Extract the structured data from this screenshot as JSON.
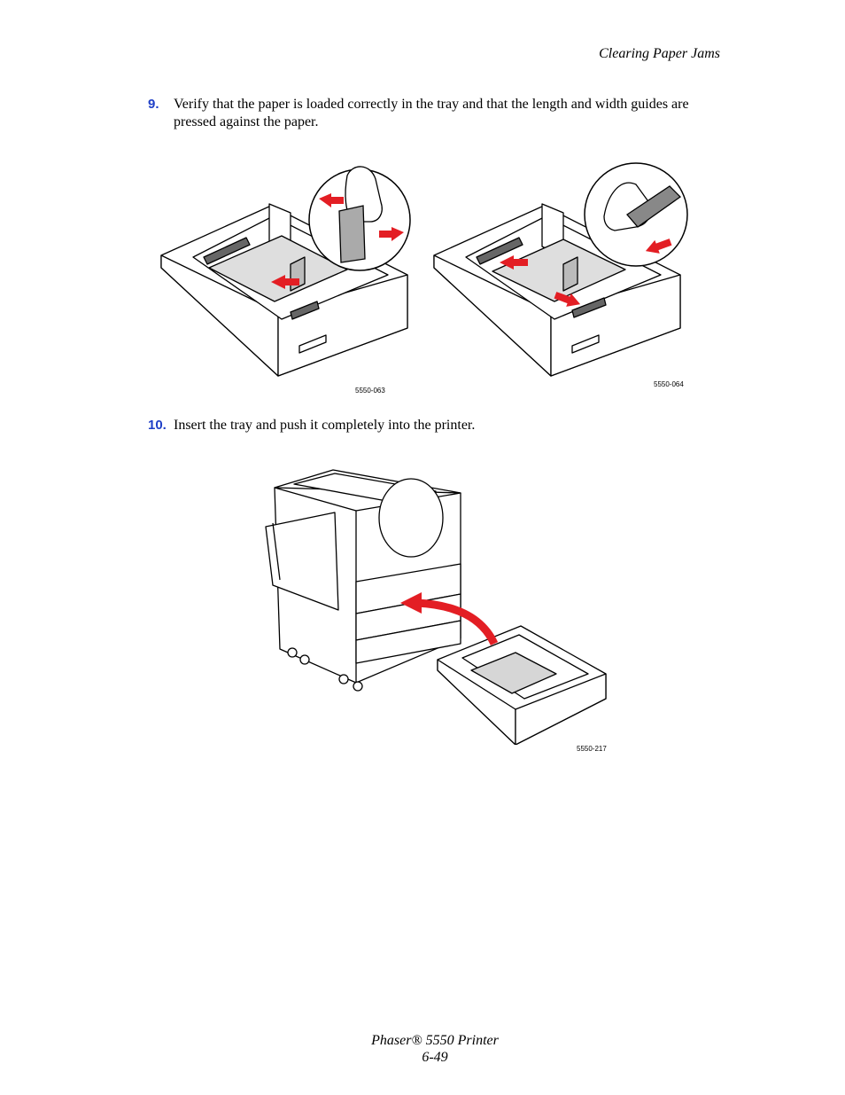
{
  "header": {
    "section": "Clearing Paper Jams"
  },
  "steps": [
    {
      "number": "9.",
      "text": "Verify that the paper is loaded correctly in the tray and that the length and width guides are pressed against the paper."
    },
    {
      "number": "10.",
      "text": "Insert the tray and push it completely into the printer."
    }
  ],
  "figures": {
    "tray_left_code": "5550-063",
    "tray_right_code": "5550-064",
    "printer_code": "5550-217"
  },
  "footer": {
    "product": "Phaser® 5550 Printer",
    "page": "6-49"
  },
  "colors": {
    "step_number": "#1f3fc7",
    "arrow": "#e31e24",
    "paper": "#dedede"
  }
}
